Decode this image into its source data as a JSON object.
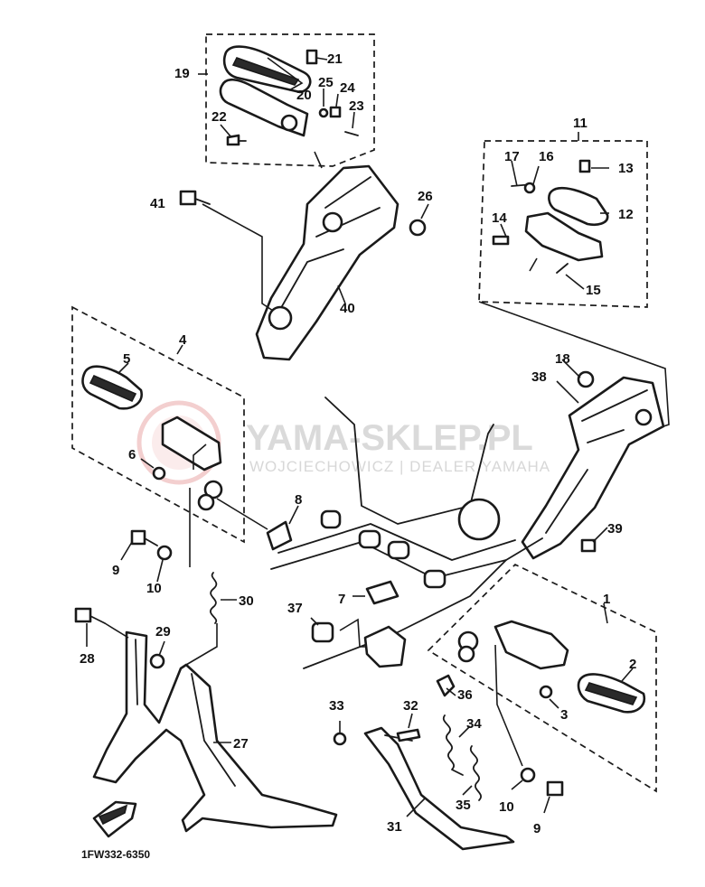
{
  "diagram": {
    "drawing_code": "1FW332-6350",
    "watermark": {
      "brand": "YAMA-SKLEP.PL",
      "subtitle": "WOJCIECHOWICZ | DEALER YAMAHA"
    },
    "callouts": [
      "1",
      "2",
      "3",
      "4",
      "5",
      "6",
      "7",
      "8",
      "9",
      "10",
      "11",
      "12",
      "13",
      "14",
      "15",
      "16",
      "17",
      "18",
      "19",
      "20",
      "21",
      "22",
      "23",
      "24",
      "25",
      "26",
      "27",
      "28",
      "29",
      "30",
      "31",
      "32",
      "33",
      "34",
      "35",
      "36",
      "37",
      "38",
      "39",
      "40",
      "41",
      "9",
      "10"
    ]
  },
  "colors": {
    "ink": "#1a1a1a",
    "watermark_gray": "#bdbdbd",
    "watermark_logo_red": "#e8a0a0"
  }
}
